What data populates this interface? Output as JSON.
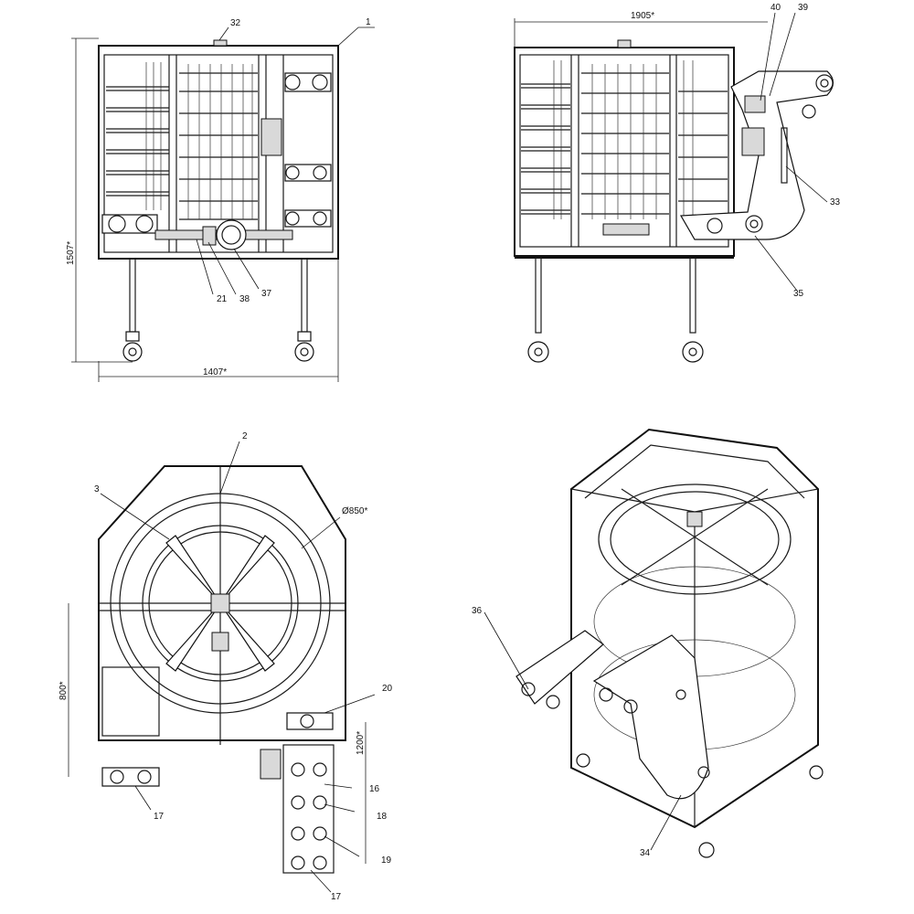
{
  "dimensions": {
    "front_height": "1507*",
    "front_width": "1407*",
    "side_width": "1905*",
    "top_diameter": "Ø850*",
    "top_height_a": "800*",
    "top_height_b": "1200*"
  },
  "callouts": {
    "c1": "1",
    "c2": "2",
    "c3": "3",
    "c16": "16",
    "c17a": "17",
    "c17b": "17",
    "c18": "18",
    "c19": "19",
    "c20": "20",
    "c21": "21",
    "c32": "32",
    "c33": "33",
    "c34": "34",
    "c35": "35",
    "c36": "36",
    "c37": "37",
    "c38": "38",
    "c39": "39",
    "c40": "40"
  }
}
